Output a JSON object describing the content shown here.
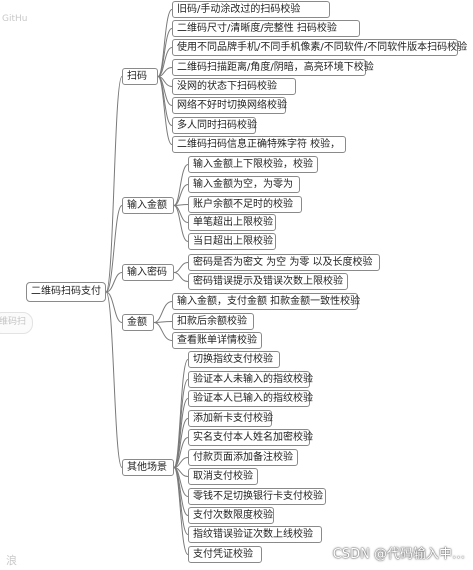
{
  "root": "二维码扫码支付",
  "branches": [
    {
      "label": "扫码",
      "children": [
        "旧码/手动涂改过的扫码校验",
        "二维码尺寸/清晰度/完整性 扫码校验",
        "使用不同品牌手机/不同手机像素/不同软件/不同软件版本扫码校验",
        "二维码扫描距离/角度/阴暗，高亮环境下校验",
        "没网的状态下扫码校验",
        "网络不好时切换网络校验",
        "多人同时扫码校验",
        "二维码扫码信息正确特殊字符 校验，"
      ]
    },
    {
      "label": "输入金额",
      "children": [
        "输入金额上下限校验，校验",
        "输入金额为空，为零为",
        "账户余额不足时的校验",
        "单笔超出上限校验",
        "当日超出上限校验"
      ]
    },
    {
      "label": "输入密码",
      "children": [
        "密码是否为密文  为空 为零 以及长度校验",
        "密码错误提示及错误次数上限校验"
      ]
    },
    {
      "label": "金额",
      "children": [
        "输入金额，支付金额 扣款金额一致性校验",
        "扣款后余额校验",
        "查看账单详情校验"
      ]
    },
    {
      "label": "其他场景",
      "children": [
        "切换指纹支付校验",
        "验证本人未输入的指纹校验",
        "验证本人已输入的指纹校验",
        "添加新卡支付校验",
        "实名支付本人姓名加密校验",
        "付款页面添加备注校验",
        "取消支付校验",
        "零钱不足切换银行卡支付校验",
        "支付次数限度校验",
        "指纹错误验证次数上线校验",
        "支付凭证校验"
      ]
    }
  ],
  "ghost": {
    "top_left": "GitHu",
    "left_pill": "维码扫",
    "bottom_left": "浪"
  },
  "watermark": "CSDN @代码输入中…",
  "colors": {
    "line": "#7a7a7a",
    "border": "#8a8a8a"
  }
}
